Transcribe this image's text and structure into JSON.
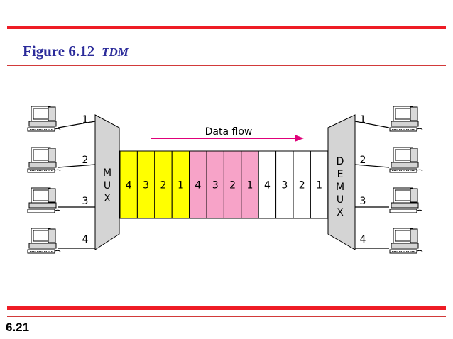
{
  "title": {
    "figure": "Figure 6.12",
    "caption": "TDM"
  },
  "slide_number": "6.21",
  "mux": {
    "letters": [
      "M",
      "U",
      "X"
    ]
  },
  "demux": {
    "letters": [
      "D",
      "E",
      "M",
      "U",
      "X"
    ]
  },
  "flow_label": "Data flow",
  "input_labels": [
    "1",
    "2",
    "3",
    "4"
  ],
  "output_labels": [
    "1",
    "2",
    "3",
    "4"
  ],
  "frames": [
    {
      "color": "#ffff00",
      "slots": [
        "4",
        "3",
        "2",
        "1"
      ]
    },
    {
      "color": "#f7a3c8",
      "slots": [
        "4",
        "3",
        "2",
        "1"
      ]
    },
    {
      "color": "#ffffff",
      "slots": [
        "4",
        "3",
        "2",
        "1"
      ]
    }
  ],
  "colors": {
    "accent_red": "#ee1c25",
    "title_blue": "#2b2b9a",
    "arrow_magenta": "#e0007a",
    "device_gray": "#d4d4d4"
  }
}
